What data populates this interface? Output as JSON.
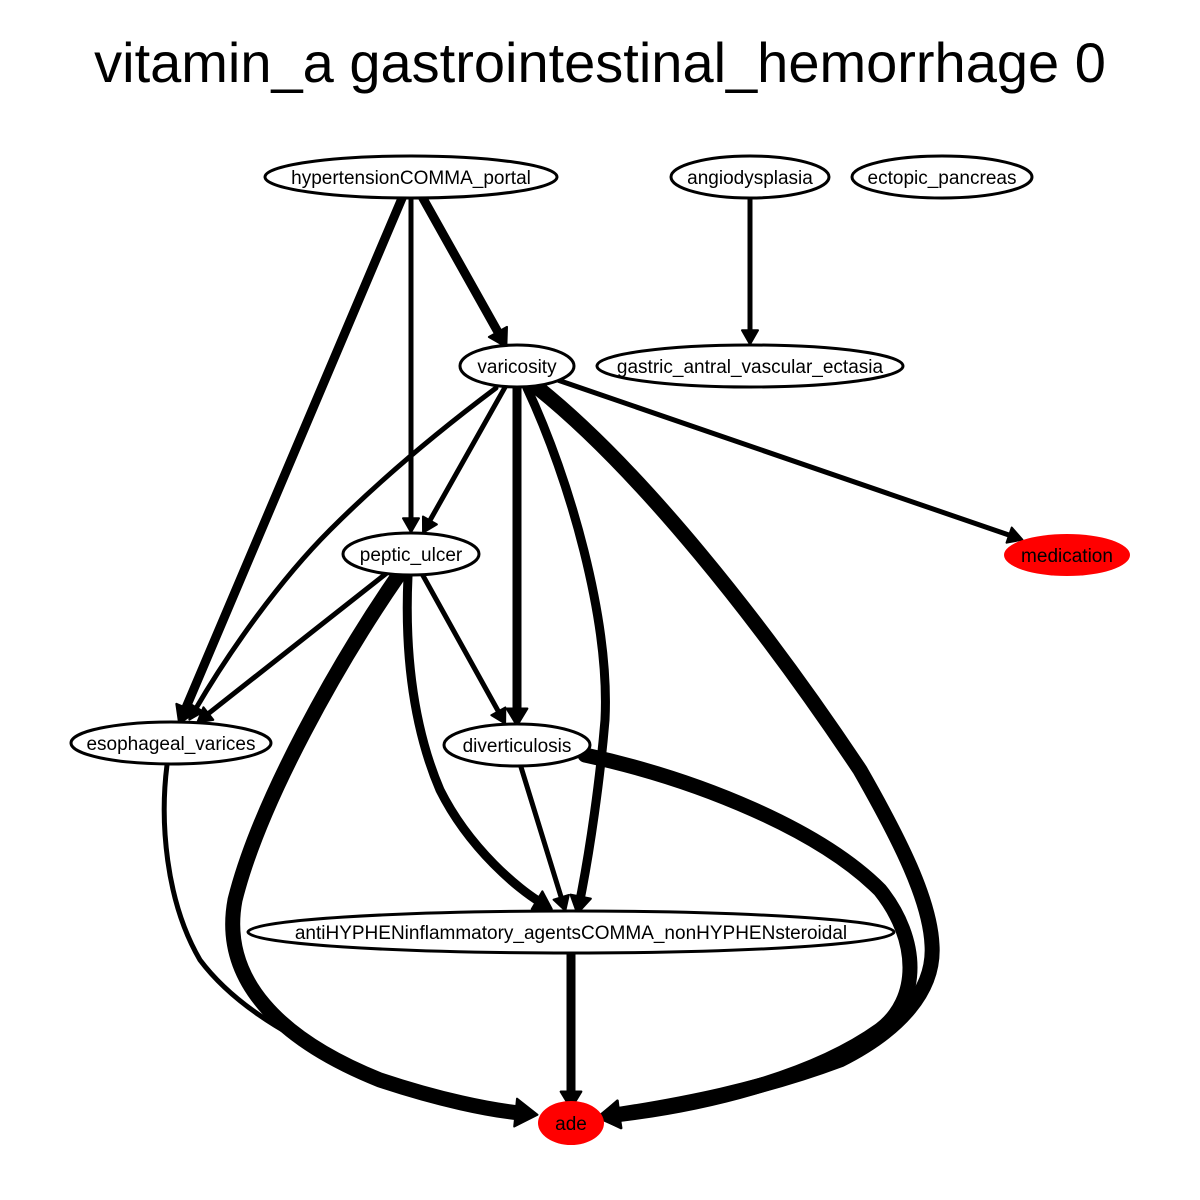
{
  "title": "vitamin_a gastrointestinal_hemorrhage 0",
  "colors": {
    "highlight": "#ff0000",
    "default_fill": "#ffffff",
    "stroke": "#000000"
  },
  "nodes": [
    {
      "id": "hypertension_portal",
      "label": "hypertensionCOMMA_portal",
      "highlight": false
    },
    {
      "id": "angiodysplasia",
      "label": "angiodysplasia",
      "highlight": false
    },
    {
      "id": "ectopic_pancreas",
      "label": "ectopic_pancreas",
      "highlight": false
    },
    {
      "id": "varicosity",
      "label": "varicosity",
      "highlight": false
    },
    {
      "id": "gave",
      "label": "gastric_antral_vascular_ectasia",
      "highlight": false
    },
    {
      "id": "peptic_ulcer",
      "label": "peptic_ulcer",
      "highlight": false
    },
    {
      "id": "medication",
      "label": "medication",
      "highlight": true
    },
    {
      "id": "esophageal_varices",
      "label": "esophageal_varices",
      "highlight": false
    },
    {
      "id": "diverticulosis",
      "label": "diverticulosis",
      "highlight": false
    },
    {
      "id": "nsaids",
      "label": "antiHYPHENinflammatory_agentsCOMMA_nonHYPHENsteroidal",
      "highlight": false
    },
    {
      "id": "ade",
      "label": "ade",
      "highlight": true
    }
  ],
  "edges": [
    {
      "from": "hypertension_portal",
      "to": "esophageal_varices",
      "weight": "heavy"
    },
    {
      "from": "hypertension_portal",
      "to": "peptic_ulcer",
      "weight": "medium"
    },
    {
      "from": "hypertension_portal",
      "to": "varicosity",
      "weight": "heavy"
    },
    {
      "from": "angiodysplasia",
      "to": "gave",
      "weight": "medium"
    },
    {
      "from": "varicosity",
      "to": "esophageal_varices",
      "weight": "medium"
    },
    {
      "from": "varicosity",
      "to": "peptic_ulcer",
      "weight": "medium"
    },
    {
      "from": "varicosity",
      "to": "diverticulosis",
      "weight": "heavy"
    },
    {
      "from": "varicosity",
      "to": "nsaids",
      "weight": "heavy"
    },
    {
      "from": "varicosity",
      "to": "ade",
      "weight": "very-heavy"
    },
    {
      "from": "varicosity",
      "to": "medication",
      "weight": "medium"
    },
    {
      "from": "peptic_ulcer",
      "to": "esophageal_varices",
      "weight": "medium"
    },
    {
      "from": "peptic_ulcer",
      "to": "diverticulosis",
      "weight": "medium"
    },
    {
      "from": "peptic_ulcer",
      "to": "nsaids",
      "weight": "heavy"
    },
    {
      "from": "peptic_ulcer",
      "to": "ade",
      "weight": "very-heavy"
    },
    {
      "from": "esophageal_varices",
      "to": "ade",
      "weight": "medium"
    },
    {
      "from": "diverticulosis",
      "to": "nsaids",
      "weight": "medium"
    },
    {
      "from": "diverticulosis",
      "to": "ade",
      "weight": "very-heavy"
    },
    {
      "from": "nsaids",
      "to": "ade",
      "weight": "heavy"
    }
  ]
}
